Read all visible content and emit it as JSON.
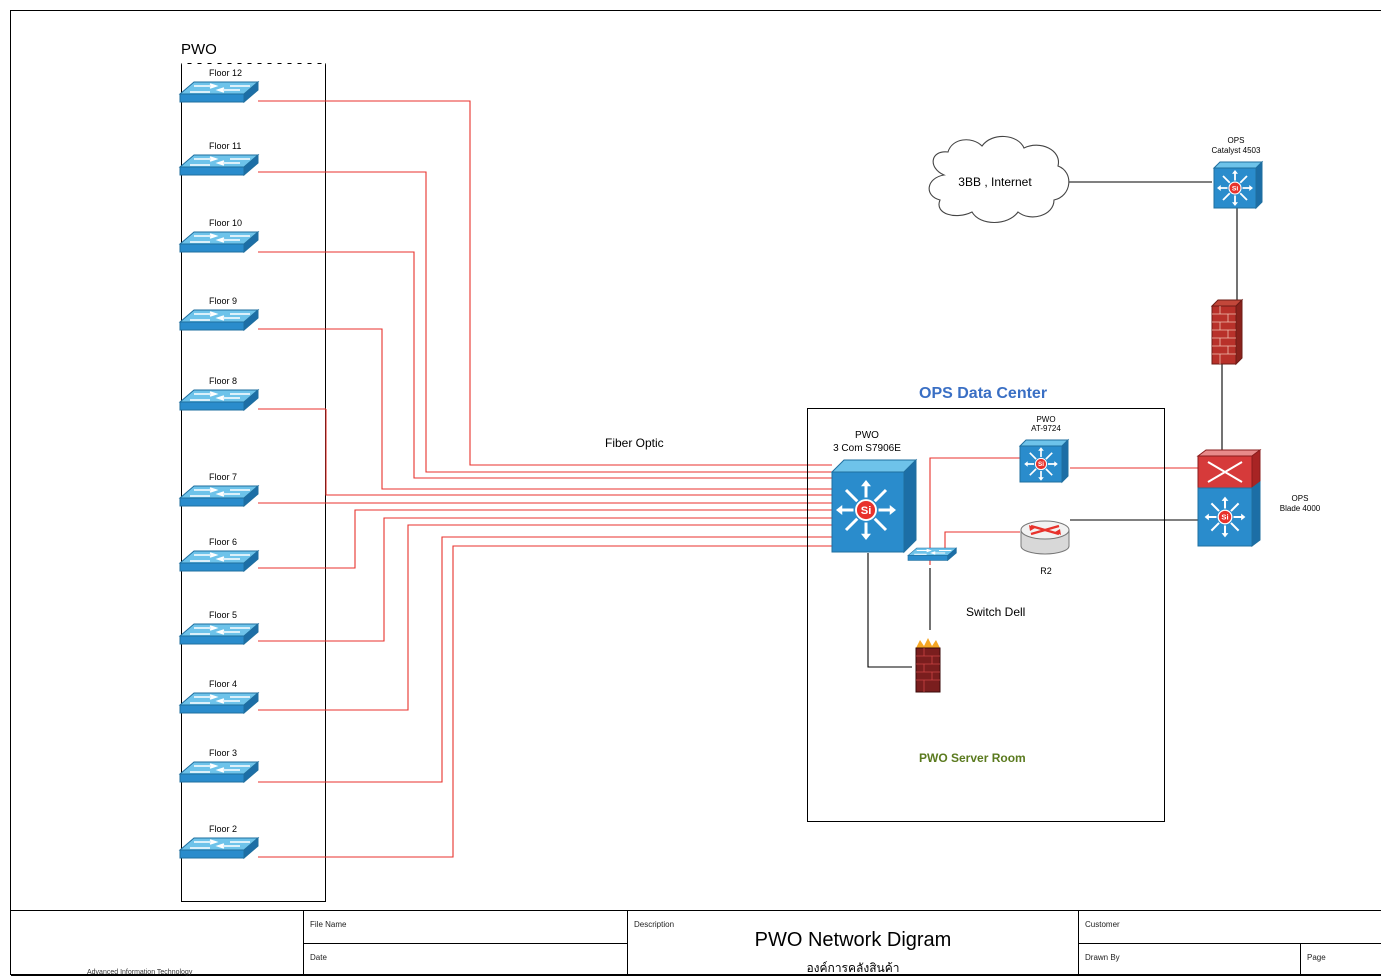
{
  "building_label": "PWO",
  "floors": [
    "Floor 12",
    "Floor 11",
    "Floor 10",
    "Floor 9",
    "Floor 8",
    "Floor 7",
    "Floor 6",
    "Floor 5",
    "Floor 4",
    "Floor 3",
    "Floor 2"
  ],
  "fiber_label": "Fiber Optic",
  "datacenter_label": "OPS Data Center",
  "core_switch": {
    "line1": "PWO",
    "line2": "3 Com S7906E"
  },
  "pwo_switch": {
    "line1": "PWO",
    "line2": "AT-9724"
  },
  "router_label": "R2",
  "switch_dell_label": "Switch Dell",
  "server_room_label": "PWO Server Room",
  "cloud_label": "3BB , Internet",
  "ops_catalyst": {
    "line1": "OPS",
    "line2": "Catalyst 4503"
  },
  "ops_blade": {
    "line1": "OPS",
    "line2": "Blade 4000"
  },
  "colors": {
    "link": "#e8322c",
    "device": "#2e8bc9",
    "frame": "#000000",
    "server_room_text": "#5a7a1e",
    "datacenter_text": "#3a6fc4"
  },
  "icons": {
    "floor_switch": "workgroup-switch-icon",
    "core": "multilayer-switch-icon",
    "router": "router-icon",
    "firewall": "firewall-icon",
    "cloud": "cloud-icon"
  },
  "title_block": {
    "org": "Advanced Information Technology",
    "file_name_label": "File Name",
    "date_label": "Date",
    "description_label": "Description",
    "title": "PWO Network Digram",
    "subtitle": "องค์การคลังสินค้า",
    "customer_label": "Customer",
    "drawn_by_label": "Drawn By",
    "page_label": "Page"
  }
}
